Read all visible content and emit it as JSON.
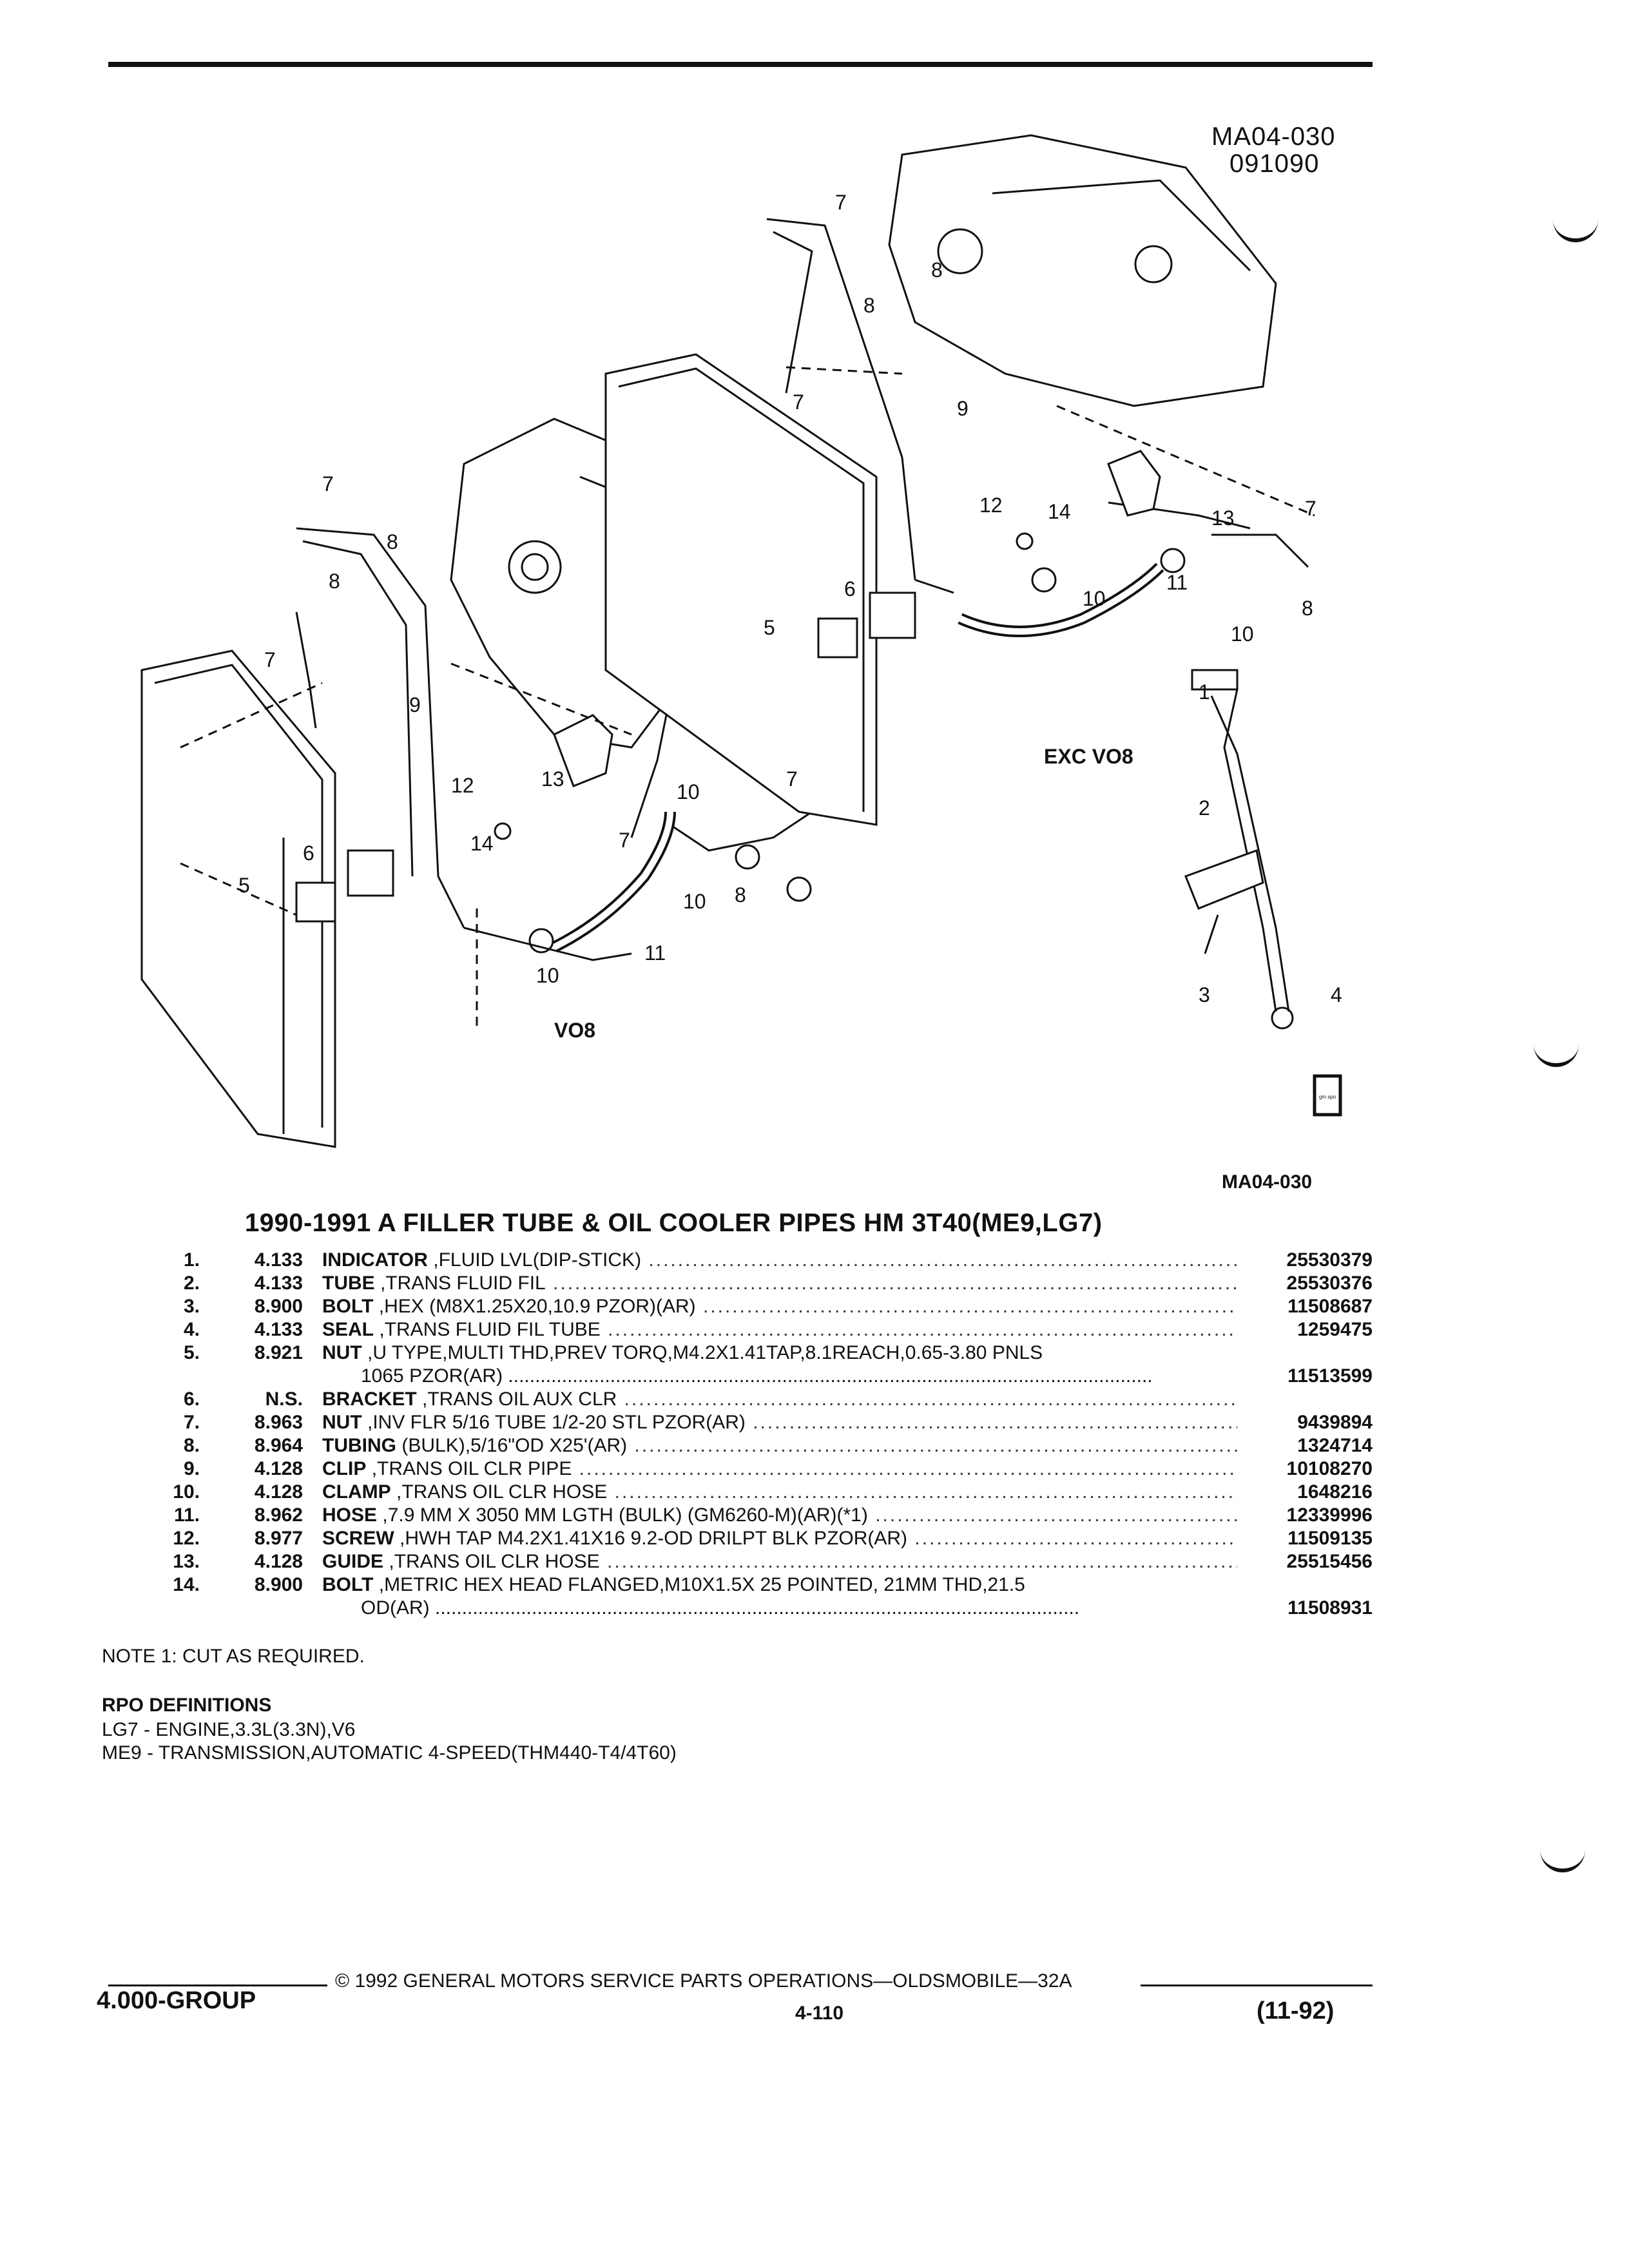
{
  "header": {
    "id_code": "MA04-030",
    "id_date": "091090"
  },
  "diagram": {
    "labels": {
      "exc_vo8": "EXC VO8",
      "vo8": "VO8"
    },
    "logo_text": "gm spo",
    "figure_code": "MA04-030"
  },
  "title": "1990-1991 A FILLER TUBE & OIL COOLER PIPES HM 3T40(ME9,LG7)",
  "parts": [
    {
      "num": "1.",
      "group": "4.133",
      "name": "INDICATOR",
      "desc": ",FLUID LVL(DIP-STICK)",
      "desc2": "",
      "part_no": "25530379"
    },
    {
      "num": "2.",
      "group": "4.133",
      "name": "TUBE",
      "desc": ",TRANS FLUID FIL",
      "desc2": "",
      "part_no": "25530376"
    },
    {
      "num": "3.",
      "group": "8.900",
      "name": "BOLT",
      "desc": ",HEX (M8X1.25X20,10.9 PZOR)(AR)",
      "desc2": "",
      "part_no": "11508687"
    },
    {
      "num": "4.",
      "group": "4.133",
      "name": "SEAL",
      "desc": ",TRANS FLUID FIL TUBE",
      "desc2": "",
      "part_no": "1259475"
    },
    {
      "num": "5.",
      "group": "8.921",
      "name": "NUT",
      "desc": ",U TYPE,MULTI THD,PREV TORQ,M4.2X1.41TAP,8.1REACH,0.65-3.80 PNLS",
      "desc2": "1065 PZOR(AR)",
      "part_no": "11513599"
    },
    {
      "num": "6.",
      "group": "N.S.",
      "name": "BRACKET",
      "desc": ",TRANS OIL AUX CLR",
      "desc2": "",
      "part_no": ""
    },
    {
      "num": "7.",
      "group": "8.963",
      "name": "NUT",
      "desc": ",INV FLR 5/16 TUBE 1/2-20 STL PZOR(AR)",
      "desc2": "",
      "part_no": "9439894"
    },
    {
      "num": "8.",
      "group": "8.964",
      "name": "TUBING",
      "desc": "(BULK),5/16\"OD X25'(AR)",
      "desc2": "",
      "part_no": "1324714"
    },
    {
      "num": "9.",
      "group": "4.128",
      "name": "CLIP",
      "desc": ",TRANS OIL CLR PIPE",
      "desc2": "",
      "part_no": "10108270"
    },
    {
      "num": "10.",
      "group": "4.128",
      "name": "CLAMP",
      "desc": ",TRANS OIL CLR HOSE",
      "desc2": "",
      "part_no": "1648216"
    },
    {
      "num": "11.",
      "group": "8.962",
      "name": "HOSE",
      "desc": ",7.9 MM X 3050 MM LGTH (BULK) (GM6260-M)(AR)(*1)",
      "desc2": "",
      "part_no": "12339996"
    },
    {
      "num": "12.",
      "group": "8.977",
      "name": "SCREW",
      "desc": ",HWH TAP M4.2X1.41X16 9.2-OD DRILPT BLK PZOR(AR)",
      "desc2": "",
      "part_no": "11509135"
    },
    {
      "num": "13.",
      "group": "4.128",
      "name": "GUIDE",
      "desc": ",TRANS OIL CLR HOSE",
      "desc2": "",
      "part_no": "25515456"
    },
    {
      "num": "14.",
      "group": "8.900",
      "name": "BOLT",
      "desc": ",METRIC HEX HEAD FLANGED,M10X1.5X 25 POINTED, 21MM THD,21.5",
      "desc2": "OD(AR)",
      "part_no": "11508931"
    }
  ],
  "note": "NOTE  1:  CUT AS REQUIRED.",
  "rpo": {
    "heading": "RPO DEFINITIONS",
    "items": [
      "LG7 - ENGINE,3.3L(3.3N),V6",
      "ME9 - TRANSMISSION,AUTOMATIC 4-SPEED(THM440-T4/4T60)"
    ]
  },
  "footer": {
    "group": "4.000-GROUP",
    "copyright": "©  1992  GENERAL MOTORS SERVICE PARTS OPERATIONS—OLDSMOBILE—32A",
    "page": "4-110",
    "date": "(11-92)"
  }
}
